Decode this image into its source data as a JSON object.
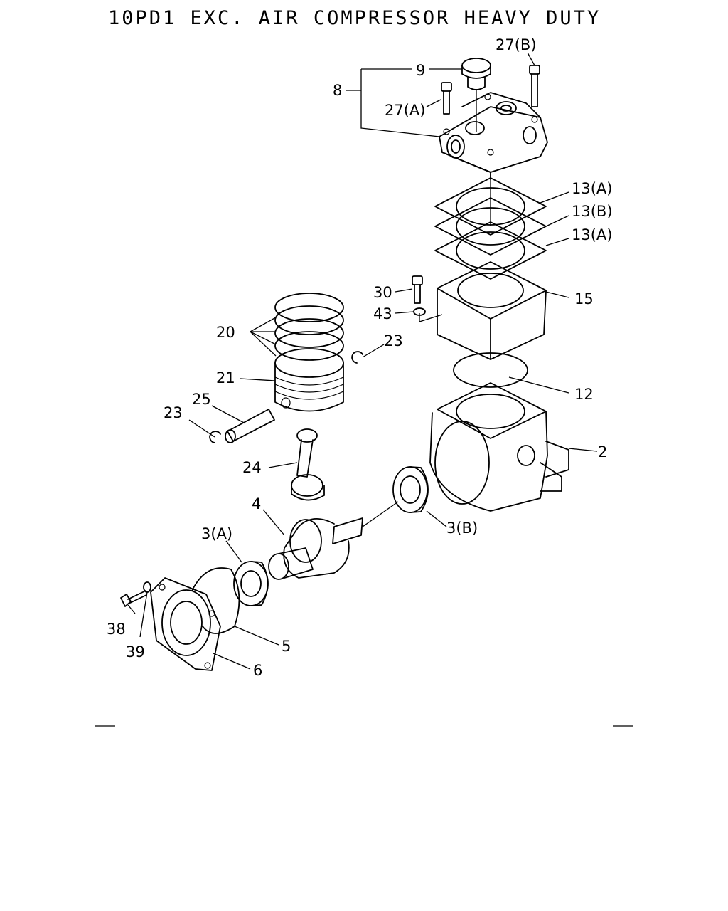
{
  "title": "10PD1  EXC. AIR  COMPRESSOR  HEAVY  DUTY",
  "callouts": {
    "c27b": "27(B)",
    "c9": "9",
    "c8": "8",
    "c27a": "27(A)",
    "c13a_top": "13(A)",
    "c13b": "13(B)",
    "c13a_bottom": "13(A)",
    "c30": "30",
    "c43": "43",
    "c15": "15",
    "c20": "20",
    "c23_right": "23",
    "c21": "21",
    "c12": "12",
    "c25": "25",
    "c23_left": "23",
    "c2": "2",
    "c24": "24",
    "c4": "4",
    "c3a": "3(A)",
    "c3b": "3(B)",
    "c38": "38",
    "c39": "39",
    "c5": "5",
    "c6": "6"
  }
}
